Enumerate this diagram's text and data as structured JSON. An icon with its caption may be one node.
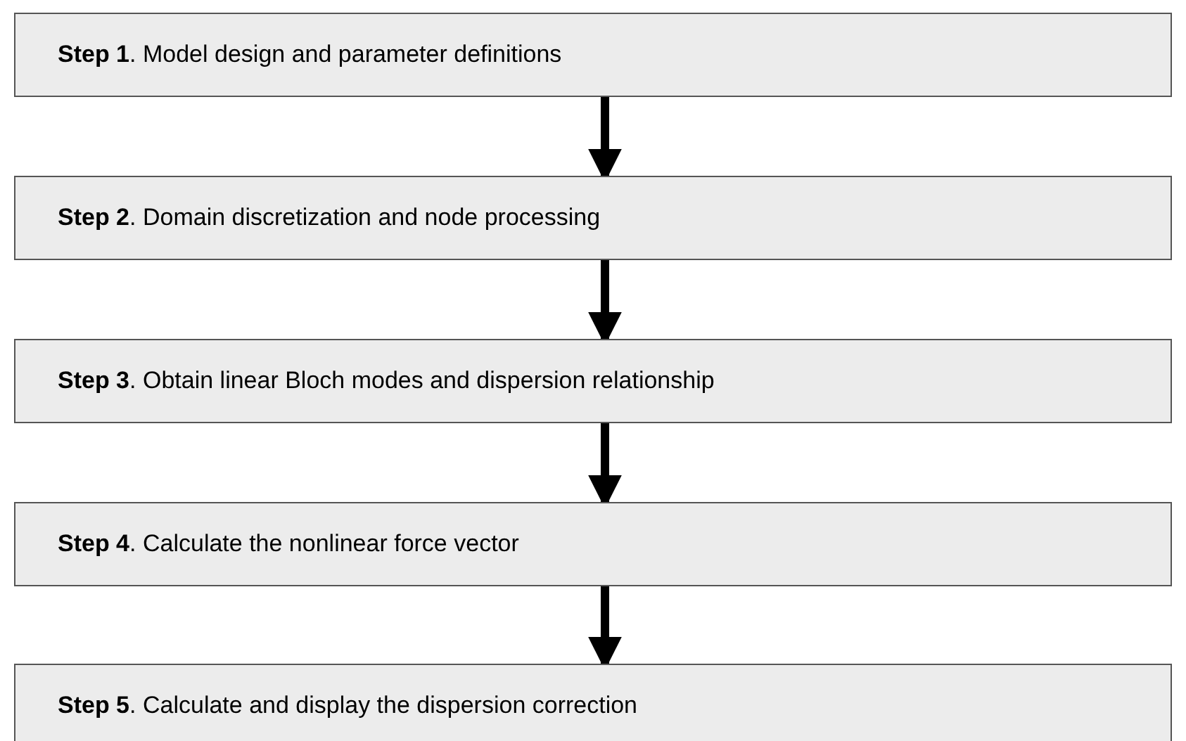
{
  "diagram": {
    "nodes": [
      {
        "text": [
          "**Step 1**. Model design and parameter definitions"
        ]
      },
      {
        "text": [
          "**Step 2**. Domain discretization and node processing"
        ]
      },
      {
        "text": [
          "**Step 3**. Obtain linear Bloch modes and dispersion relationship"
        ]
      },
      {
        "text": [
          "**Step 4**. Calculate the nonlinear force vector"
        ]
      },
      {
        "text": [
          "**Step 5**. Calculate and display the dispersion correction"
        ]
      }
    ],
    "edges": [
      {
        "from": 0,
        "to": 1,
        "arrow": "to"
      },
      {
        "from": 1,
        "to": 2,
        "arrow": "to"
      },
      {
        "from": 2,
        "to": 3,
        "arrow": "to"
      },
      {
        "from": 3,
        "to": 4,
        "arrow": "to"
      }
    ]
  }
}
